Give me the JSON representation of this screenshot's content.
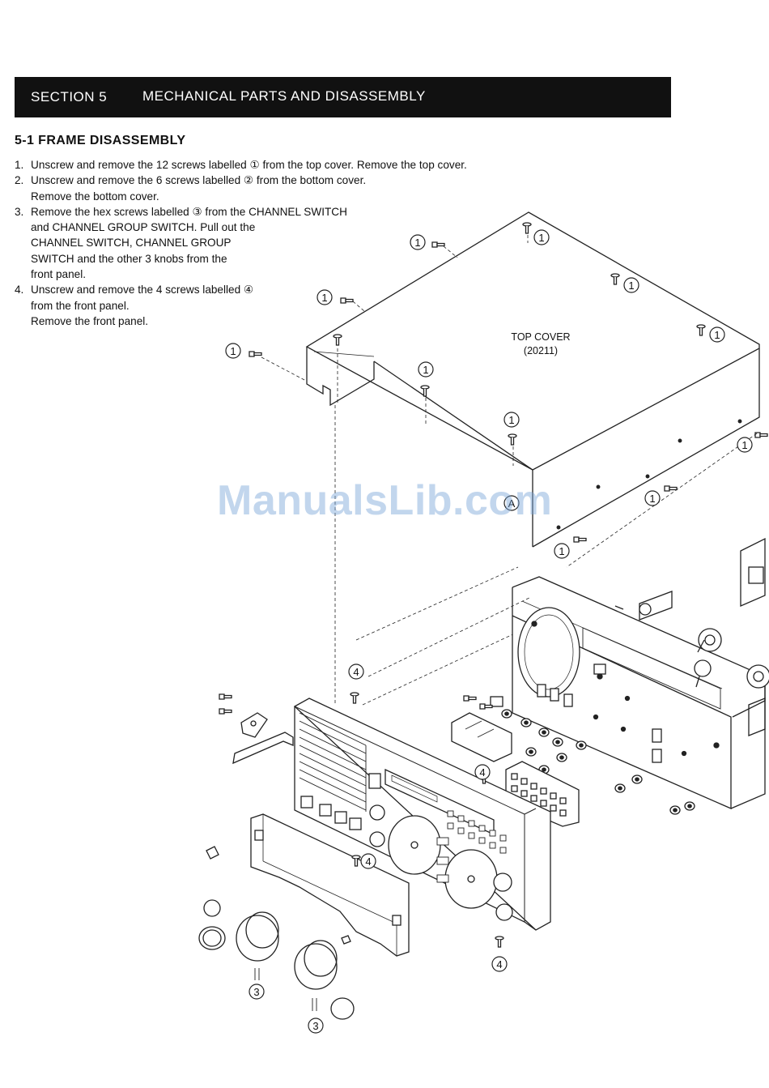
{
  "header": {
    "section_label": "SECTION  5",
    "title": "MECHANICAL PARTS AND DISASSEMBLY"
  },
  "subsection": {
    "title": "5-1  FRAME DISASSEMBLY"
  },
  "steps": [
    {
      "number": "1.",
      "lines": [
        "Unscrew and remove the 12 screws labelled ① from the top cover.   Remove the top cover."
      ]
    },
    {
      "number": "2.",
      "lines": [
        "Unscrew and remove the 6 screws labelled ② from the bottom cover.",
        "Remove the bottom cover."
      ]
    },
    {
      "number": "3.",
      "lines": [
        "Remove the hex screws labelled ③ from the CHANNEL SWITCH",
        "and CHANNEL GROUP SWITCH.   Pull out the",
        "CHANNEL SWITCH, CHANNEL GROUP",
        "SWITCH and the other 3 knobs from the",
        "front panel."
      ]
    },
    {
      "number": "4.",
      "lines": [
        "Unscrew and remove the 4 screws labelled ④",
        "from the front panel.",
        "Remove the front panel."
      ]
    }
  ],
  "diagram": {
    "top_cover_label": "TOP COVER",
    "top_cover_part_no": "(20211)",
    "callout_a": "A",
    "callout_1": "1",
    "callout_3": "3",
    "callout_4": "4"
  },
  "watermark": "ManualsLib.com"
}
